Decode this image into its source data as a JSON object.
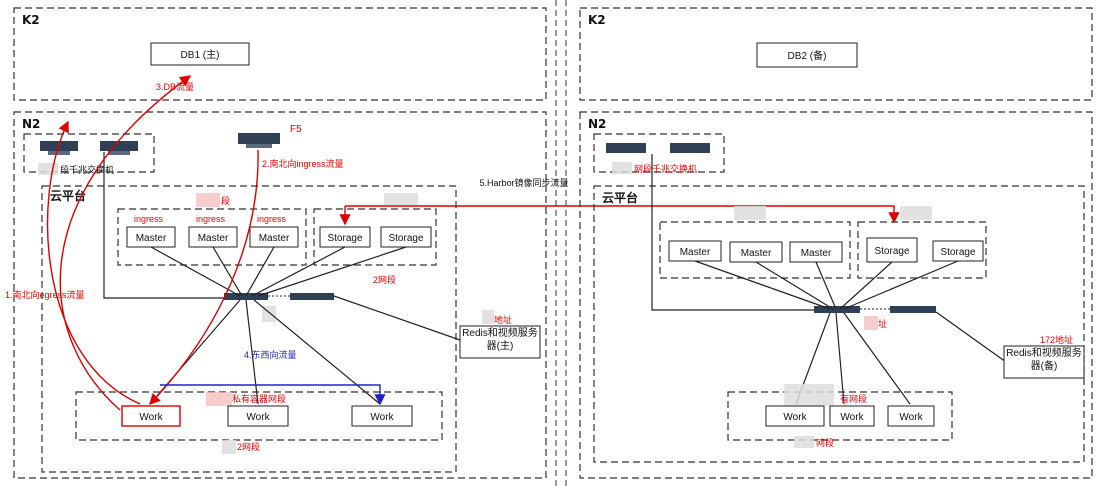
{
  "left_site": {
    "k2_label": "K2",
    "db_label": "DB1 (主)",
    "n2_label": "N2",
    "f5_label": "F5",
    "switch_label": "段千兆交换机",
    "cloud_label": "云平台",
    "ingress_label": "ingress",
    "masters": [
      "Master",
      "Master",
      "Master"
    ],
    "storages": [
      "Storage",
      "Storage"
    ],
    "workers": [
      "Work",
      "Work",
      "Work"
    ],
    "segment_top": "段",
    "segment_mid": "2网段",
    "segment_addr": "地址",
    "segment_bottom": "2网段",
    "private_net": "私有容器网段",
    "redis_label": "Redis和视频服务器(主)",
    "flows": {
      "f1": "1.南北向egress流量",
      "f2": "2.南北向ingress流量",
      "f3": "3.DB流量",
      "f4": "4.东西向流量"
    }
  },
  "right_site": {
    "k2_label": "K2",
    "db_label": "DB2 (备)",
    "n2_label": "N2",
    "switch_label": "网段千兆交换机",
    "cloud_label": "云平台",
    "masters": [
      "Master",
      "Master",
      "Master"
    ],
    "storages": [
      "Storage",
      "Storage"
    ],
    "workers": [
      "Work",
      "Work",
      "Work"
    ],
    "segment_addr": "址",
    "private_net": "有网段",
    "segment_bottom": "网段",
    "addr_172": "172地址",
    "redis_label": "Redis和视频服务器(备)"
  },
  "sync_label": "5.Harbor镜像同步流量",
  "colors": {
    "flow_red": "#dd0000",
    "flow_blue": "#2222cc"
  }
}
